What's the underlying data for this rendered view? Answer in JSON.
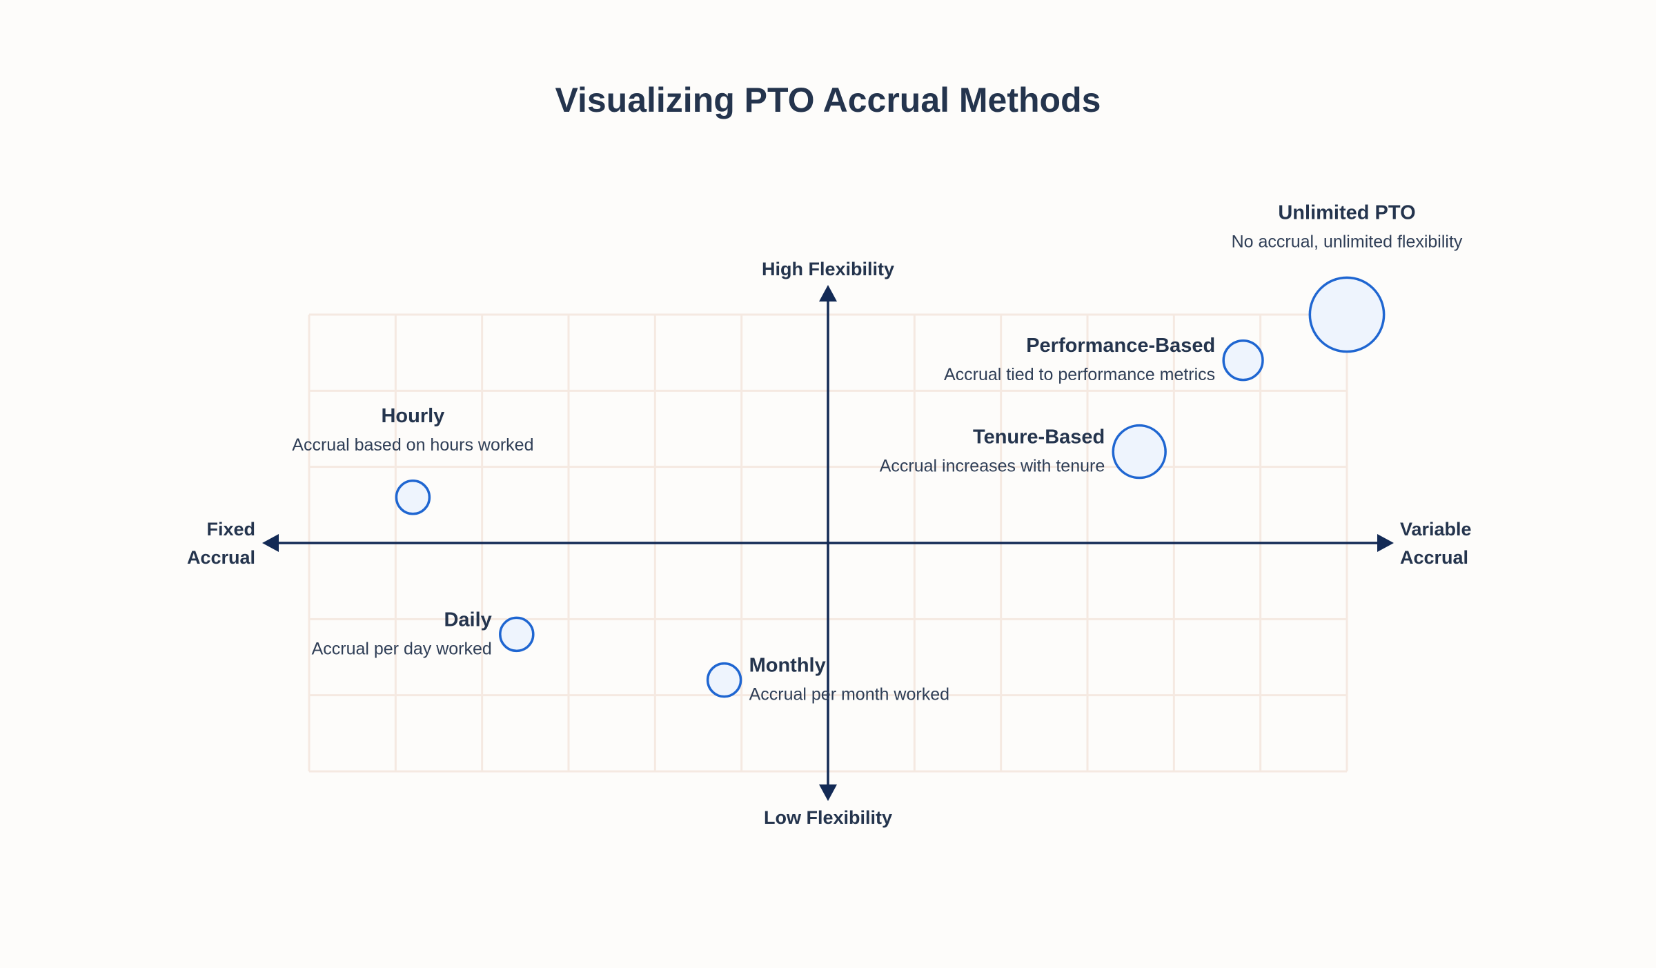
{
  "chart_data": {
    "type": "scatter",
    "title": "Visualizing PTO Accrual Methods",
    "x_axis": {
      "negative_label": [
        "Fixed",
        "Accrual"
      ],
      "positive_label": [
        "Variable",
        "Accrual"
      ],
      "range": [
        -6,
        6
      ]
    },
    "y_axis": {
      "positive_label": "High Flexibility",
      "negative_label": "Low Flexibility",
      "range": [
        -3,
        3
      ]
    },
    "grid": true,
    "points": [
      {
        "name": "Hourly",
        "description": "Accrual based on hours worked",
        "x": -4.8,
        "y": 0.6,
        "size": 1,
        "label_position": "above"
      },
      {
        "name": "Daily",
        "description": "Accrual per day worked",
        "x": -3.6,
        "y": -1.2,
        "size": 1,
        "label_position": "left"
      },
      {
        "name": "Monthly",
        "description": "Accrual per month worked",
        "x": -1.2,
        "y": -1.8,
        "size": 1,
        "label_position": "right"
      },
      {
        "name": "Tenure-Based",
        "description": "Accrual increases with tenure",
        "x": 3.6,
        "y": 1.2,
        "size": 2.5,
        "label_position": "left"
      },
      {
        "name": "Performance-Based",
        "description": "Accrual tied to performance metrics",
        "x": 4.8,
        "y": 2.4,
        "size": 1.4,
        "label_position": "left"
      },
      {
        "name": "Unlimited PTO",
        "description": "No accrual, unlimited flexibility",
        "x": 6,
        "y": 3,
        "size": 5,
        "label_position": "above"
      }
    ],
    "colors": {
      "bubble_fill": "#eef4fd",
      "bubble_stroke": "#1f66d1",
      "axis": "#132a55",
      "grid": "#f5e9e1",
      "text": "#24344d",
      "background": "#fdfcfa"
    }
  }
}
